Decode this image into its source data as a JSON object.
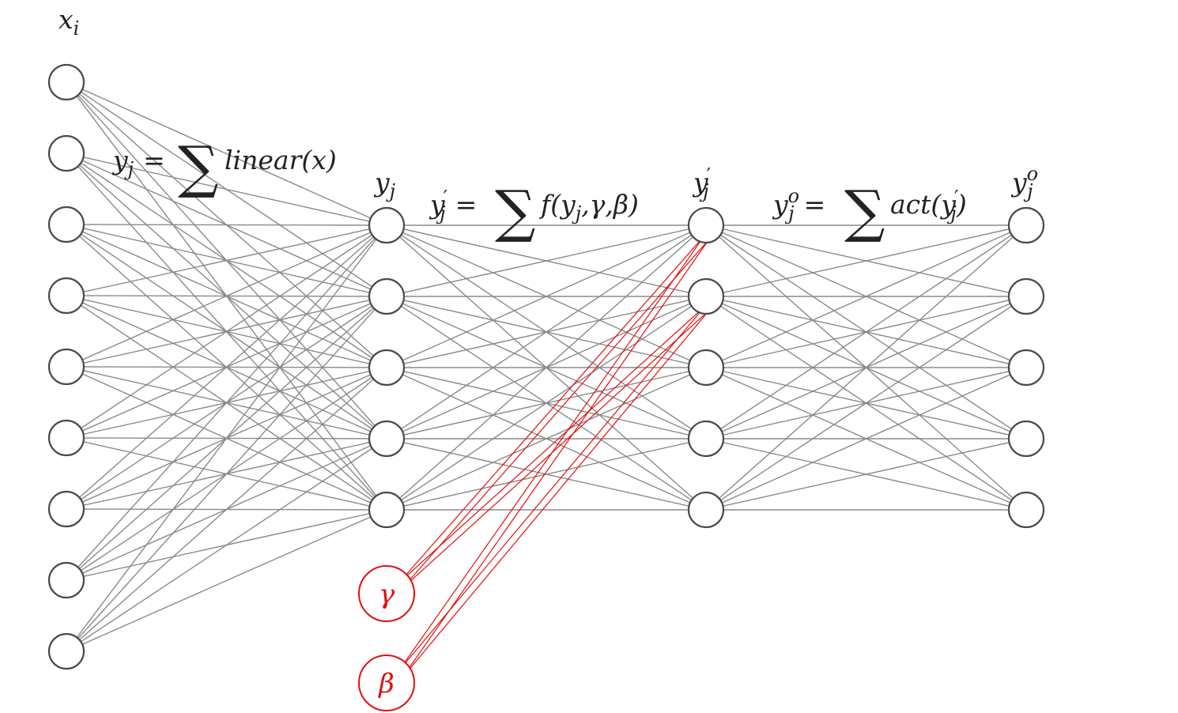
{
  "colors": {
    "node_stroke": "#4a4a4a",
    "edge": "#8a8a8a",
    "param": "#e01010",
    "text": "#222222"
  },
  "layers": [
    {
      "id": "input",
      "label": "x",
      "sub": "i",
      "sup": "",
      "prime": false,
      "nodes": 9
    },
    {
      "id": "linear",
      "label": "y",
      "sub": "j",
      "sup": "",
      "prime": false,
      "nodes": 5
    },
    {
      "id": "norm",
      "label": "y",
      "sub": "j",
      "sup": "",
      "prime": true,
      "nodes": 5
    },
    {
      "id": "output",
      "label": "y",
      "sub": "j",
      "sup": "o",
      "prime": false,
      "nodes": 5
    }
  ],
  "equations": {
    "linear": {
      "lhs": "y",
      "lhs_sub": "j",
      "lhs_prime": false,
      "lhs_sup": "",
      "eq": "=",
      "sigma": "∑",
      "rhs": "linear(x)"
    },
    "norm": {
      "lhs": "y",
      "lhs_sub": "j",
      "lhs_prime": true,
      "lhs_sup": "",
      "eq": "=",
      "sigma": "∑",
      "rhs": "f(y",
      "rhs_sub": "j",
      "rhs_tail": ",γ,β)"
    },
    "act": {
      "lhs": "y",
      "lhs_sub": "j",
      "lhs_prime": false,
      "lhs_sup": "o",
      "eq": "=",
      "sigma": "∑",
      "rhs": "act(y",
      "rhs_prime": "′",
      "rhs_sub": "j",
      "rhs_tail": ")"
    }
  },
  "params": [
    {
      "id": "gamma",
      "symbol": "γ",
      "connects_to": [
        0,
        1
      ]
    },
    {
      "id": "beta",
      "symbol": "β",
      "connects_to": [
        0,
        1
      ]
    }
  ]
}
